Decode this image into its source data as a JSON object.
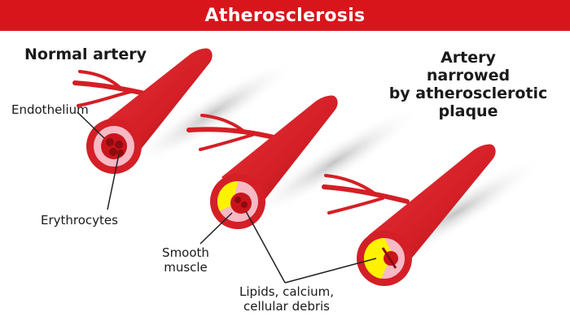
{
  "title": "Atherosclerosis",
  "normal_artery": {
    "heading": "Normal artery",
    "endothelium": "Endothelium",
    "erythrocytes": "Erythrocytes"
  },
  "narrowed_artery": {
    "heading_line1": "Artery",
    "heading_line2": "narrowed",
    "heading_line3": "by atherosclerotic",
    "heading_line4": "plaque"
  },
  "labels": {
    "smooth_muscle_line1": "Smooth",
    "smooth_muscle_line2": "muscle",
    "plaque_line1": "Lipids, calcium,",
    "plaque_line2": "cellular debris"
  },
  "colors": {
    "banner": "#d9151c",
    "vessel": "#d41f26",
    "endothelium": "#f7b9c4",
    "lumen": "#c8141b",
    "plaque": "#fff200",
    "shadow": "#d8d8d8"
  }
}
